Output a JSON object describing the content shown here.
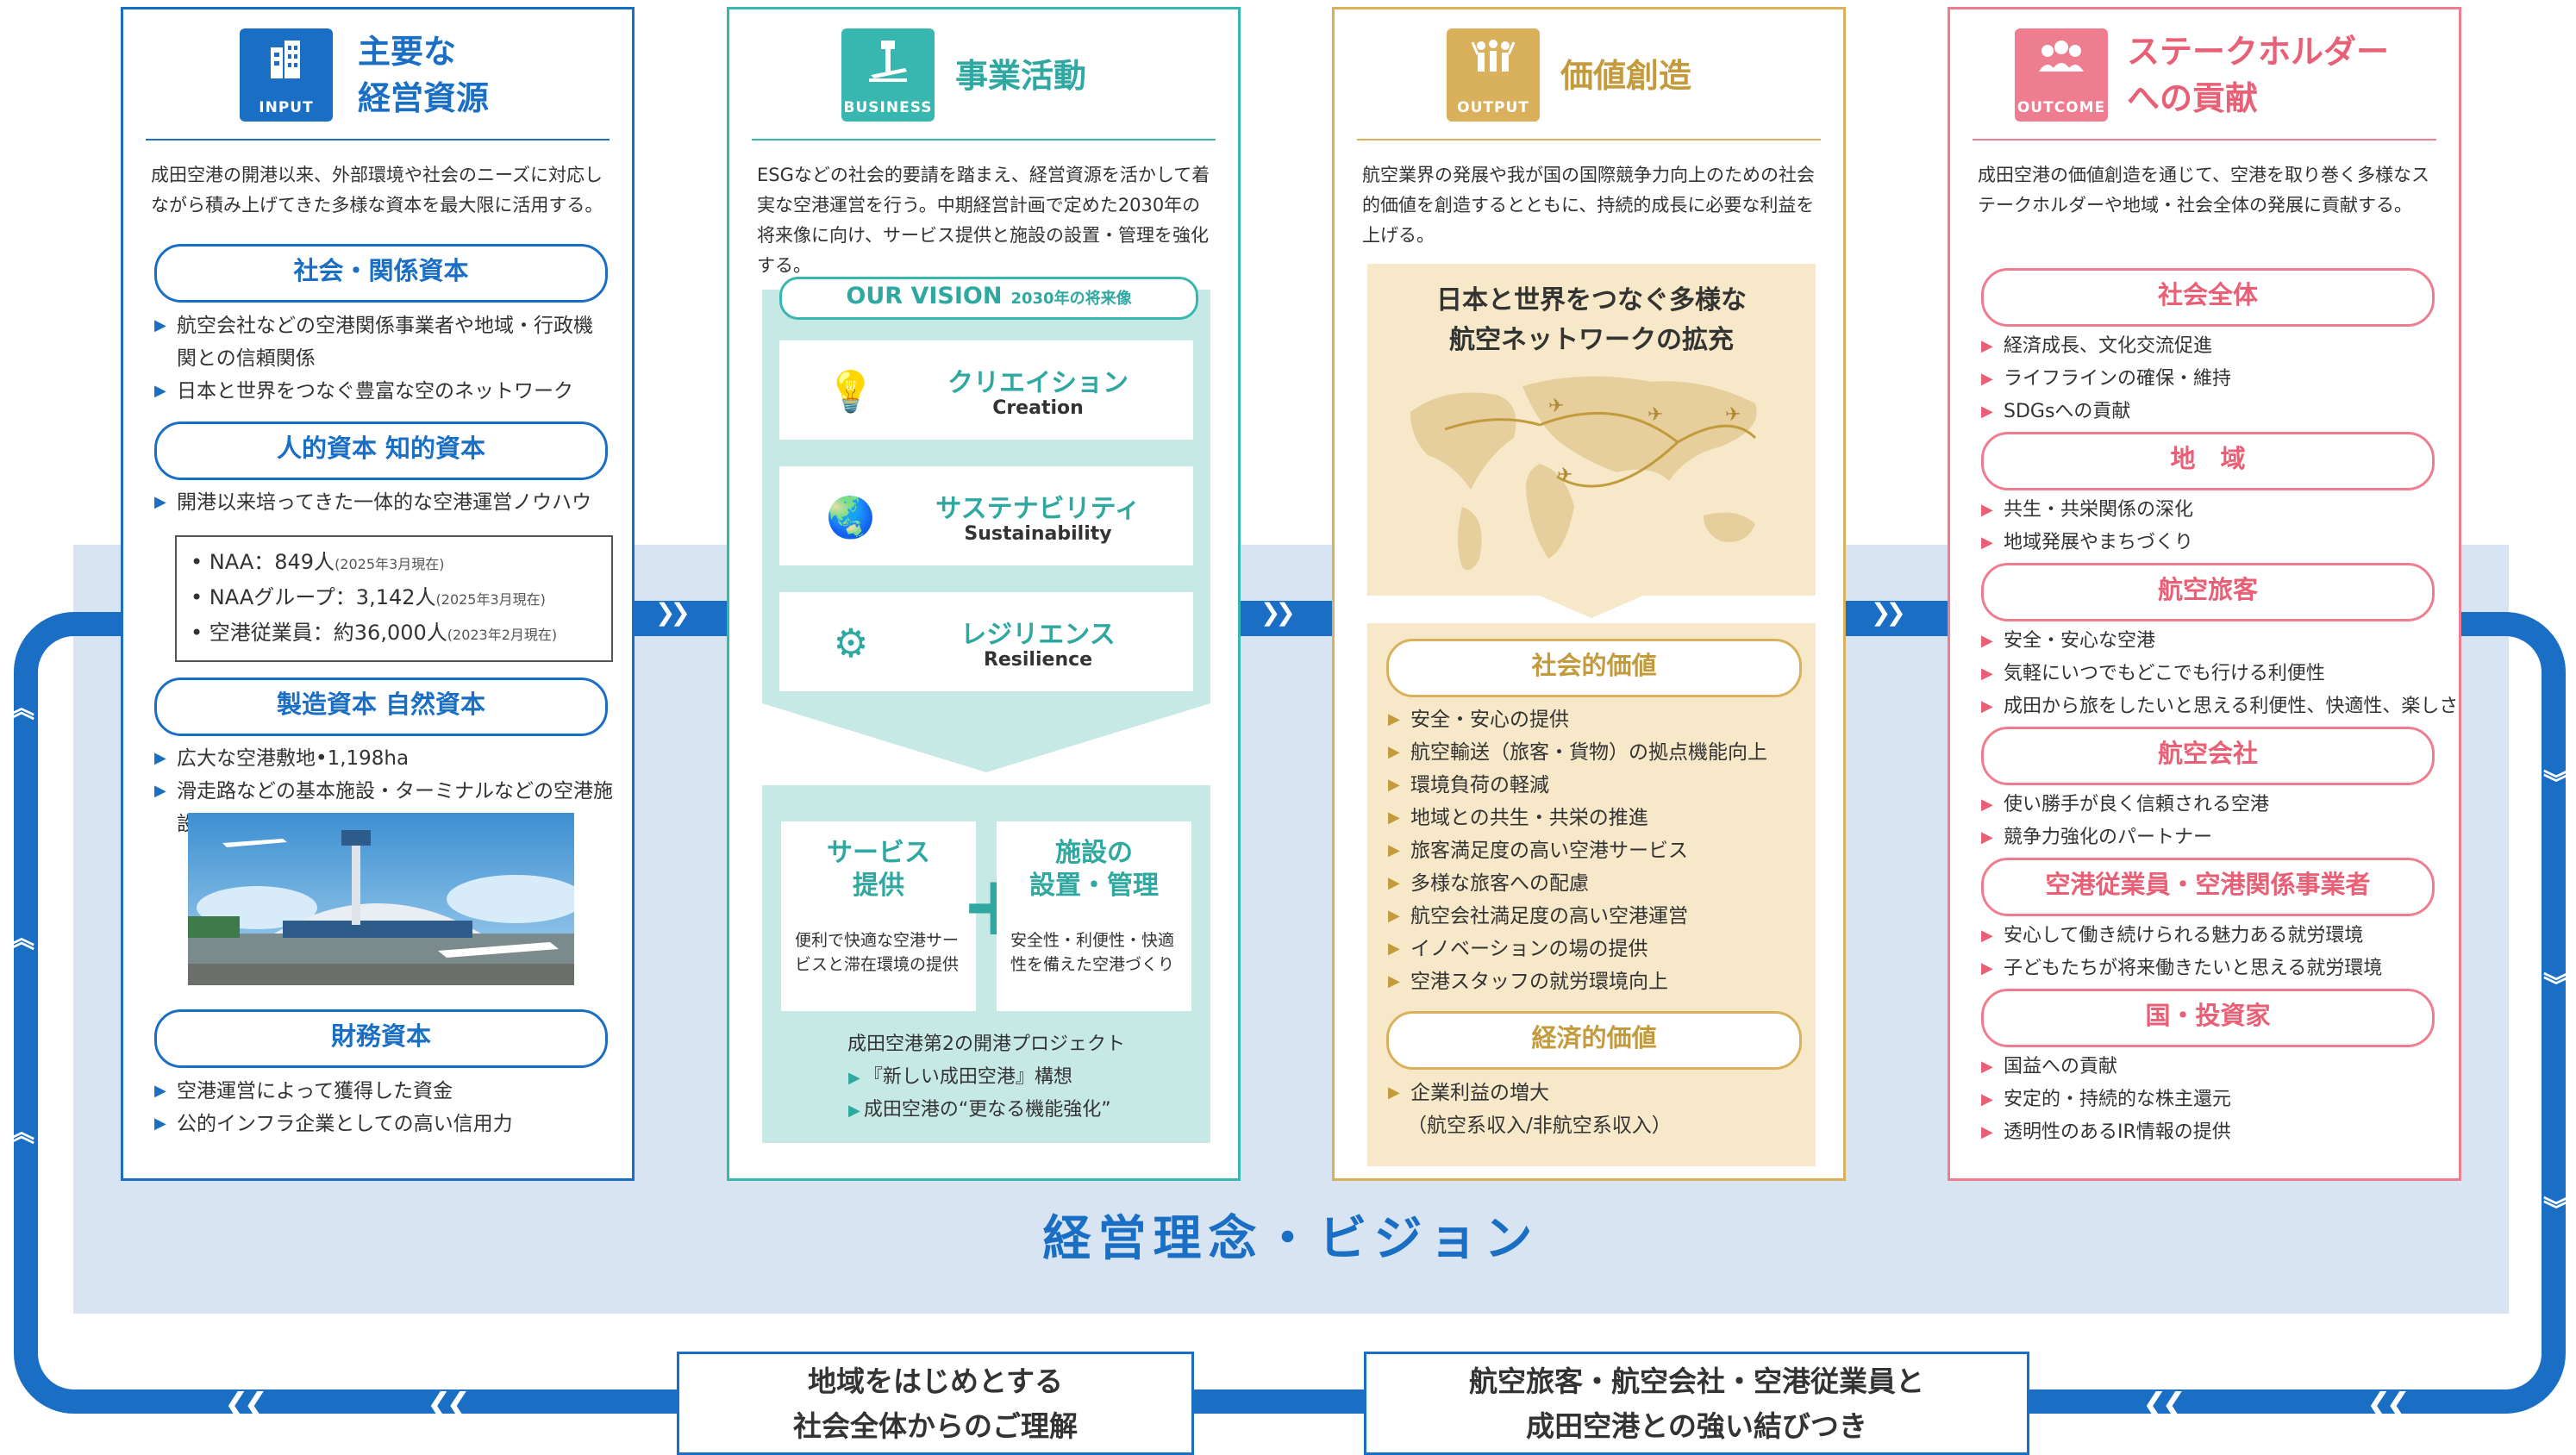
{
  "colors": {
    "input": "#1a6fc4",
    "business": "#38b7b0",
    "output": "#d9b15d",
    "outcome": "#ee7e8f",
    "band": "#d9e4f3"
  },
  "mission": "経営理念・ビジョン",
  "bottom_left": "地域をはじめとする\n社会全体からのご理解",
  "bottom_right": "航空旅客・航空会社・空港従業員と\n成田空港との強い結びつき",
  "input": {
    "tag": "INPUT",
    "icon": "building-icon",
    "title": "主要な\n経営資源",
    "desc": "成田空港の開港以来、外部環境や社会のニーズに対応しながら積み上げてきた多様な資本を最大限に活用する。",
    "cap1": {
      "label": "社会・関係資本",
      "items": [
        "航空会社などの空港関係事業者や地域・行政機関との信頼関係",
        "日本と世界をつなぐ豊富な空のネットワーク"
      ]
    },
    "cap2": {
      "label": "人的資本 知的資本",
      "items": [
        "開港以来培ってきた一体的な空港運営ノウハウ"
      ],
      "stats": [
        {
          "main": "• NAA：849人",
          "note": "(2025年3月現在)"
        },
        {
          "main": "• NAAグループ：3,142人",
          "note": "(2025年3月現在)"
        },
        {
          "main": "• 空港従業員：約36,000人",
          "note": "(2023年2月現在)"
        }
      ]
    },
    "cap3": {
      "label": "製造資本 自然資本",
      "items": [
        "広大な空港敷地•1,198ha",
        "滑走路などの基本施設・ターミナルなどの空港施設"
      ]
    },
    "cap4": {
      "label": "財務資本",
      "items": [
        "空港運営によって獲得した資金",
        "公的インフラ企業としての高い信用力"
      ]
    }
  },
  "business": {
    "tag": "BUSINESS",
    "icon": "control-tower-icon",
    "title": "事業活動",
    "desc": "ESGなどの社会的要請を踏まえ、経営資源を活かして着実な空港運営を行う。中期経営計画で定めた2030年の将来像に向け、サービス提供と施設の設置・管理を強化する。",
    "vision_label": "OUR VISION",
    "vision_sub": "2030年の将来像",
    "visions": [
      {
        "jp": "クリエイション",
        "en": "Creation",
        "icon": "lightbulb-icon",
        "glyph": "💡"
      },
      {
        "jp": "サステナビリティ",
        "en": "Sustainability",
        "icon": "globe-icon",
        "glyph": "🌏"
      },
      {
        "jp": "レジリエンス",
        "en": "Resilience",
        "icon": "people-gear-icon",
        "glyph": "⚙"
      }
    ],
    "service_title": "サービス\n提供",
    "service_desc": "便利で快適な空港サービスと滞在環境の提供",
    "facility_title": "施設の\n設置・管理",
    "facility_desc": "安全性・利便性・快適性を備えた空港づくり",
    "project": "成田空港第2の開港プロジェクト",
    "project_items": [
      "『新しい成田空港』構想",
      "成田空港の“更なる機能強化”"
    ]
  },
  "output": {
    "tag": "OUTPUT",
    "icon": "people-cheer-icon",
    "title": "価値創造",
    "desc": "航空業界の発展や我が国の国際競争力向上のための社会的価値を創造するとともに、持続的成長に必要な利益を上げる。",
    "map_title": "日本と世界をつなぐ多様な\n航空ネットワークの拡充",
    "social_label": "社会的価値",
    "social_items": [
      "安全・安心の提供",
      "航空輸送（旅客・貨物）の拠点機能向上",
      "環境負荷の軽減",
      "地域との共生・共栄の推進",
      "旅客満足度の高い空港サービス",
      "多様な旅客への配慮",
      "航空会社満足度の高い空港運営",
      "イノベーションの場の提供",
      "空港スタッフの就労環境向上"
    ],
    "economic_label": "経済的価値",
    "economic_item": "企業利益の増大",
    "economic_note": "（航空系収入/非航空系収入）"
  },
  "outcome": {
    "tag": "OUTCOME",
    "icon": "group-icon",
    "title": "ステークホルダー\nへの貢献",
    "desc": "成田空港の価値創造を通じて、空港を取り巻く多様なステークホルダーや地域・社会全体の発展に貢献する。",
    "groups": [
      {
        "label": "社会全体",
        "items": [
          "経済成長、文化交流促進",
          "ライフラインの確保・維持",
          "SDGsへの貢献"
        ]
      },
      {
        "label": "地　域",
        "items": [
          "共生・共栄関係の深化",
          "地域発展やまちづくり"
        ]
      },
      {
        "label": "航空旅客",
        "items": [
          "安全・安心な空港",
          "気軽にいつでもどこでも行ける利便性",
          "成田から旅をしたいと思える利便性、快適性、楽しさ"
        ]
      },
      {
        "label": "航空会社",
        "items": [
          "使い勝手が良く信頼される空港",
          "競争力強化のパートナー"
        ]
      },
      {
        "label": "空港従業員・空港関係事業者",
        "items": [
          "安心して働き続けられる魅力ある就労環境",
          "子どもたちが将来働きたいと思える就労環境"
        ]
      },
      {
        "label": "国・投資家",
        "items": [
          "国益への貢献",
          "安定的・持続的な株主還元",
          "透明性のあるIR情報の提供"
        ]
      }
    ]
  }
}
